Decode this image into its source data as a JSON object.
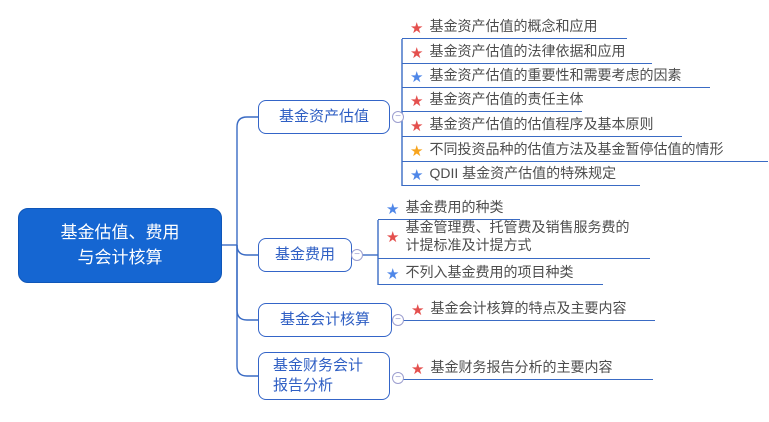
{
  "glyphs": {
    "star": "★",
    "collapse": "−"
  },
  "colors": {
    "root_bg": "#1566d2",
    "root_text": "#ffffff",
    "branch_blue": "#2f5fc4",
    "connector_blue": "#3a6bc4",
    "child_text": "#4d4d4d",
    "star_red": "#e4504e",
    "star_blue": "#4f87e8",
    "star_yellow": "#f7a41d",
    "collapse_gray": "#9c9ecf"
  },
  "root": {
    "label": "基金估值、费用与会计核算",
    "line1": "基金估值、费用",
    "line2": "与会计核算"
  },
  "branches": [
    {
      "label": "基金资产估值",
      "children": [
        {
          "star": "red",
          "text": "基金资产估值的概念和应用"
        },
        {
          "star": "red",
          "text": "基金资产估值的法律依据和应用"
        },
        {
          "star": "blue",
          "text": "基金资产估值的重要性和需要考虑的因素"
        },
        {
          "star": "red",
          "text": "基金资产估值的责任主体"
        },
        {
          "star": "red",
          "text": "基金资产估值的估值程序及基本原则"
        },
        {
          "star": "yellow",
          "text": "不同投资品种的估值方法及基金暂停估值的情形"
        },
        {
          "star": "blue",
          "text": "QDII 基金资产估值的特殊规定"
        }
      ]
    },
    {
      "label": "基金费用",
      "children": [
        {
          "star": "blue",
          "text": "基金费用的种类"
        },
        {
          "star": "red",
          "text": "基金管理费、托管费及销售服务费的计提标准及计提方式"
        },
        {
          "star": "blue",
          "text": "不列入基金费用的项目种类"
        }
      ]
    },
    {
      "label": "基金会计核算",
      "children": [
        {
          "star": "red",
          "text": "基金会计核算的特点及主要内容"
        }
      ]
    },
    {
      "label": "基金财务会计报告分析",
      "children": [
        {
          "star": "red",
          "text": "基金财务报告分析的主要内容"
        }
      ]
    }
  ]
}
